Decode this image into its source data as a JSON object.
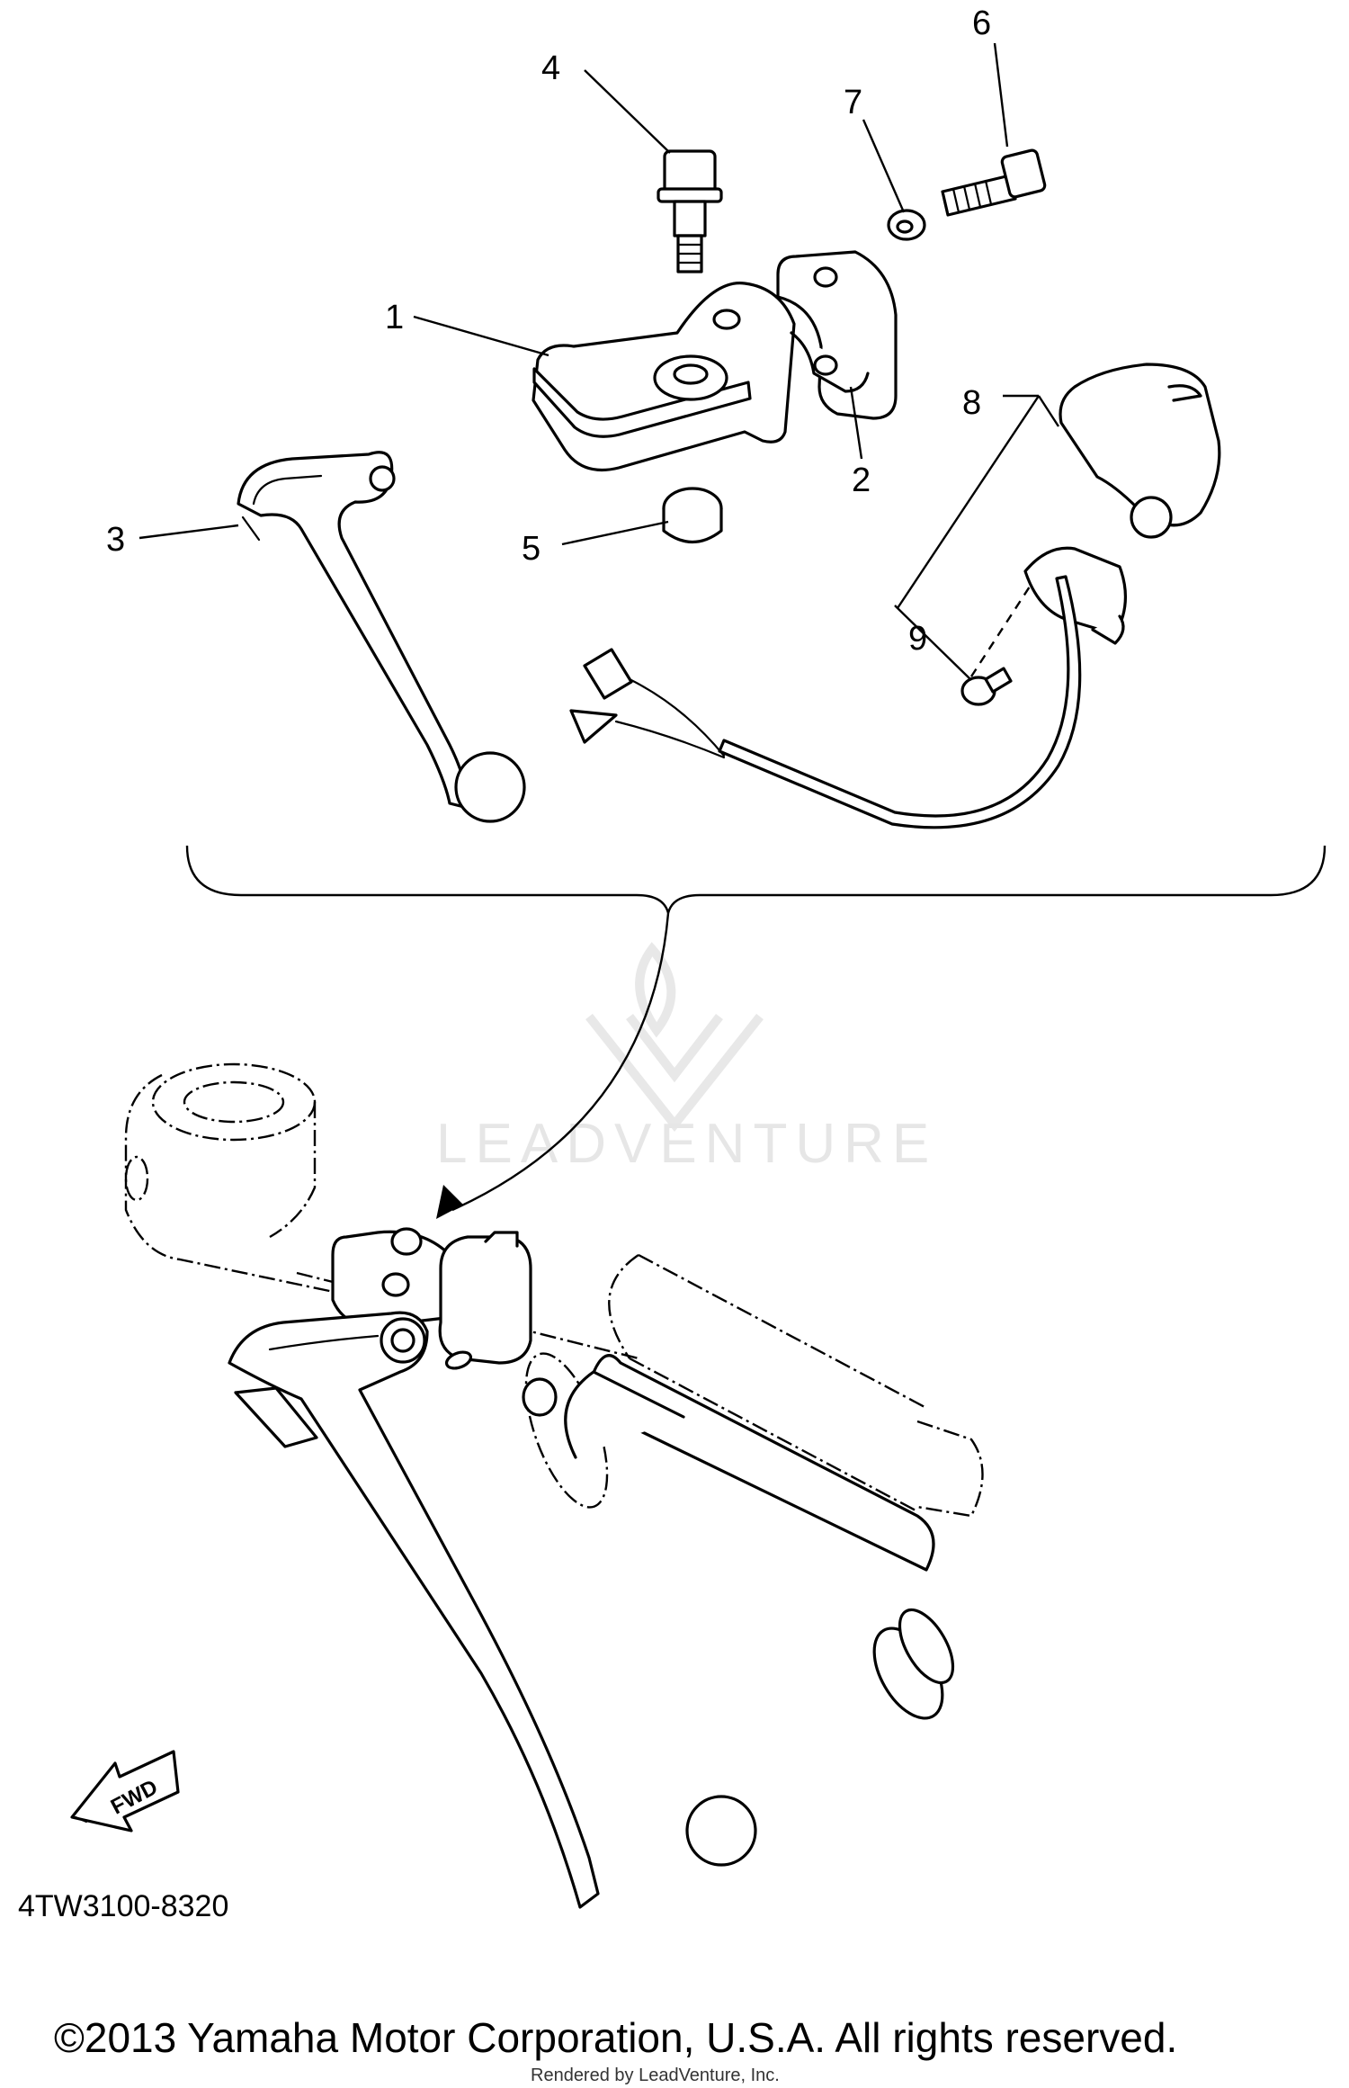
{
  "callouts": [
    {
      "id": "1",
      "label": "1"
    },
    {
      "id": "2",
      "label": "2"
    },
    {
      "id": "3",
      "label": "3"
    },
    {
      "id": "4",
      "label": "4"
    },
    {
      "id": "5",
      "label": "5"
    },
    {
      "id": "6",
      "label": "6"
    },
    {
      "id": "7",
      "label": "7"
    },
    {
      "id": "8",
      "label": "8"
    },
    {
      "id": "9",
      "label": "9"
    }
  ],
  "fwd_label": "FWD",
  "watermark": "LEADVENTURE",
  "diagram_code": "4TW3100-8320",
  "copyright": "©2013 Yamaha Motor Corporation, U.S.A. All rights reserved.",
  "rendered_by": "Rendered by LeadVenture, Inc.",
  "colors": {
    "line": "#000000",
    "background": "#ffffff",
    "watermark": "#e6e6e6"
  }
}
